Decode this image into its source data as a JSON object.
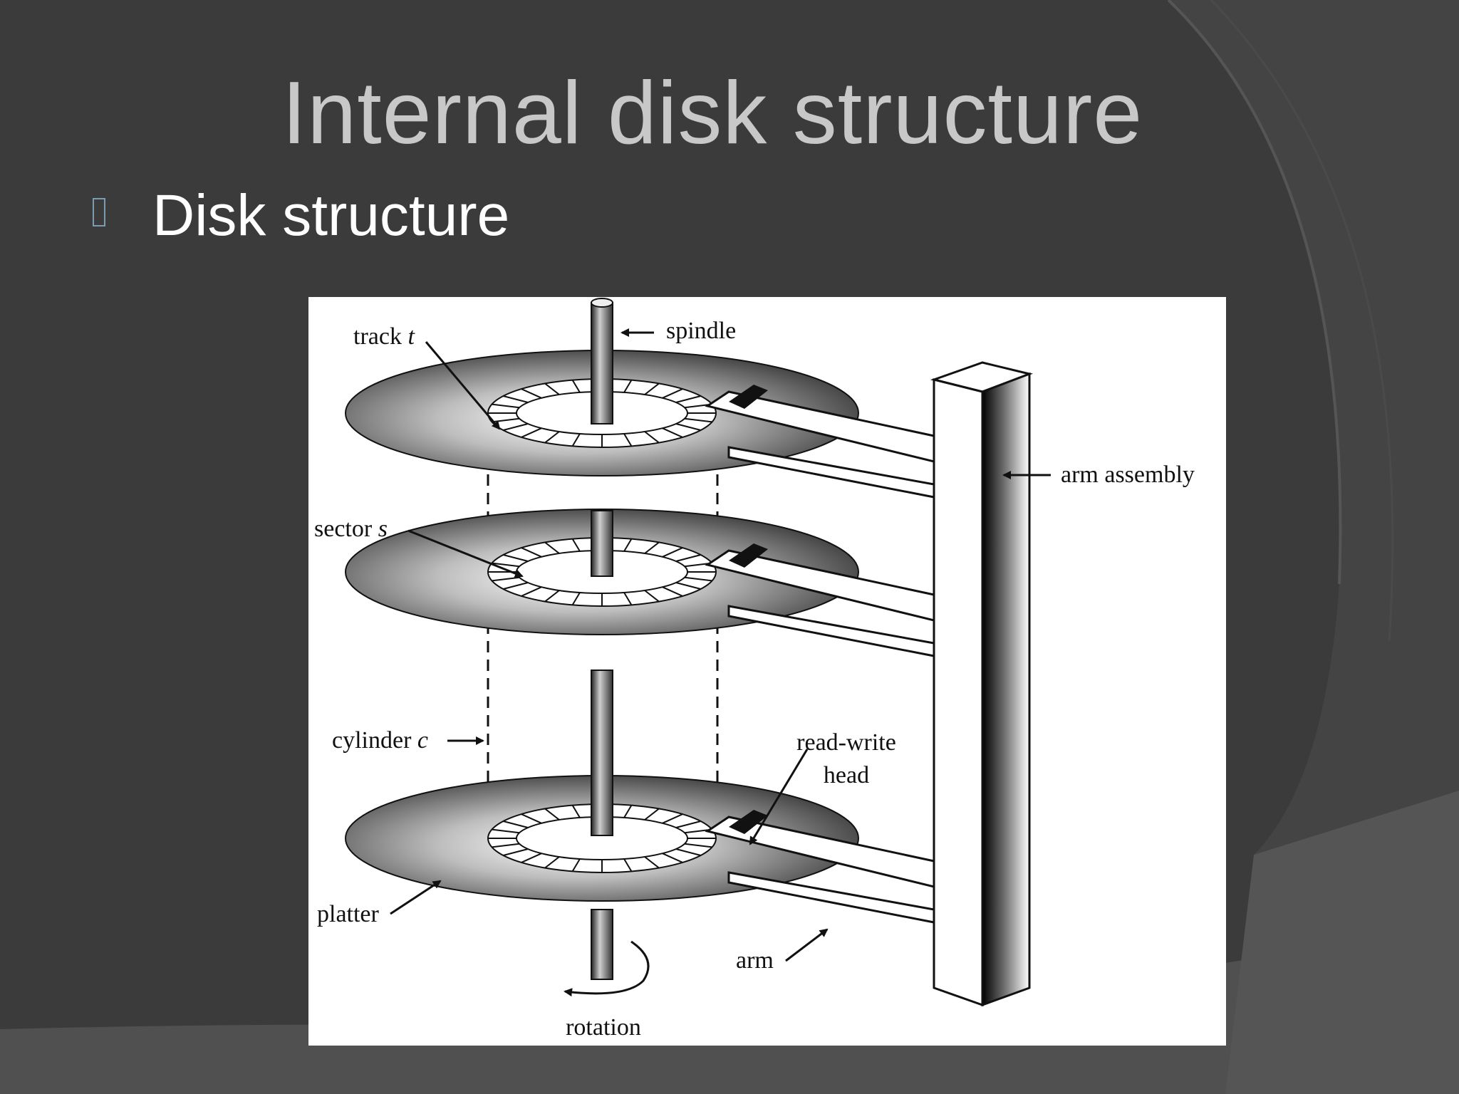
{
  "slide": {
    "title": "Internal disk structure",
    "bullet": "Disk structure"
  },
  "diagram": {
    "labels": {
      "spindle": "spindle",
      "track_prefix": "track ",
      "track_var": "t",
      "sector_prefix": "sector ",
      "sector_var": "s",
      "cylinder_prefix": "cylinder ",
      "cylinder_var": "c",
      "arm_assembly": "arm assembly",
      "read_write_line1": "read-write",
      "read_write_line2": "head",
      "platter": "platter",
      "arm": "arm",
      "rotation": "rotation"
    }
  },
  "icons": {
    "bullet": "square-bullet-icon"
  },
  "colors": {
    "background": "#3b3b3b",
    "title": "#c8c8c8",
    "bullet_text": "#ffffff",
    "bullet_glyph": "#7a9bb0",
    "panel": "#ffffff"
  }
}
